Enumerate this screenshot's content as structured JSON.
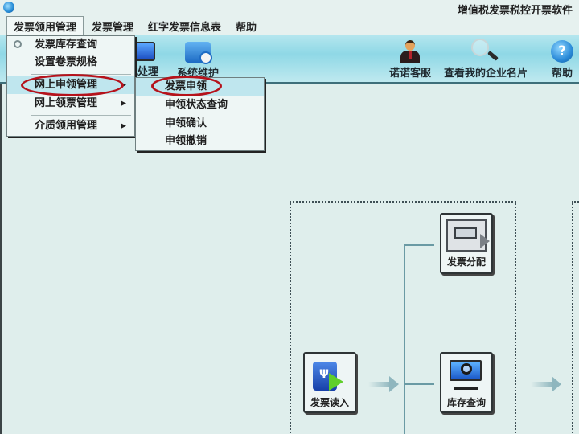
{
  "window": {
    "title": "增值税发票税控开票软件",
    "app_icon": "app-logo-icon"
  },
  "menubar": {
    "items": [
      {
        "label": "发票领用管理",
        "active": true
      },
      {
        "label": "发票管理",
        "active": false
      },
      {
        "label": "红字发票信息表",
        "active": false
      },
      {
        "label": "帮助",
        "active": false
      }
    ]
  },
  "toolbar": {
    "items": [
      {
        "label": "报税处理",
        "visible_label": "税处理",
        "icon": "monitor-icon"
      },
      {
        "label": "系统维护",
        "icon": "folder-gear-icon"
      },
      {
        "label": "诺诺客服",
        "icon": "customer-service-person-icon"
      },
      {
        "label": "查看我的企业名片",
        "icon": "magnifier-icon"
      },
      {
        "label": "帮助",
        "icon": "help-question-icon",
        "glyph": "?"
      }
    ]
  },
  "dropdown": {
    "items": [
      {
        "label": "发票库存查询",
        "has_submenu": false,
        "highlighted": false
      },
      {
        "label": "设置卷票规格",
        "has_submenu": false,
        "highlighted": false
      },
      {
        "label": "网上申领管理",
        "has_submenu": true,
        "highlighted": true,
        "circled": true
      },
      {
        "label": "网上领票管理",
        "has_submenu": true,
        "highlighted": false
      },
      {
        "label": "介质领用管理",
        "has_submenu": true,
        "highlighted": false
      }
    ],
    "submenu_arrow": "▶"
  },
  "submenu": {
    "items": [
      {
        "label": "发票申领",
        "highlighted": true,
        "circled": true
      },
      {
        "label": "申领状态查询",
        "highlighted": false
      },
      {
        "label": "申领确认",
        "highlighted": false
      },
      {
        "label": "申领撤销",
        "highlighted": false
      }
    ]
  },
  "workflow": {
    "nodes": [
      {
        "label": "发票分配",
        "icon": "invoice-distribute-icon"
      },
      {
        "label": "发票读入",
        "icon": "usb-import-icon"
      },
      {
        "label": "库存查询",
        "icon": "inventory-search-icon"
      }
    ]
  },
  "colors": {
    "background": "#dfeeec",
    "toolbar": "#8fd8e6",
    "highlight": "#bfe6ee",
    "annotation_circle": "#b5121b",
    "connector": "#6a9aa4"
  }
}
